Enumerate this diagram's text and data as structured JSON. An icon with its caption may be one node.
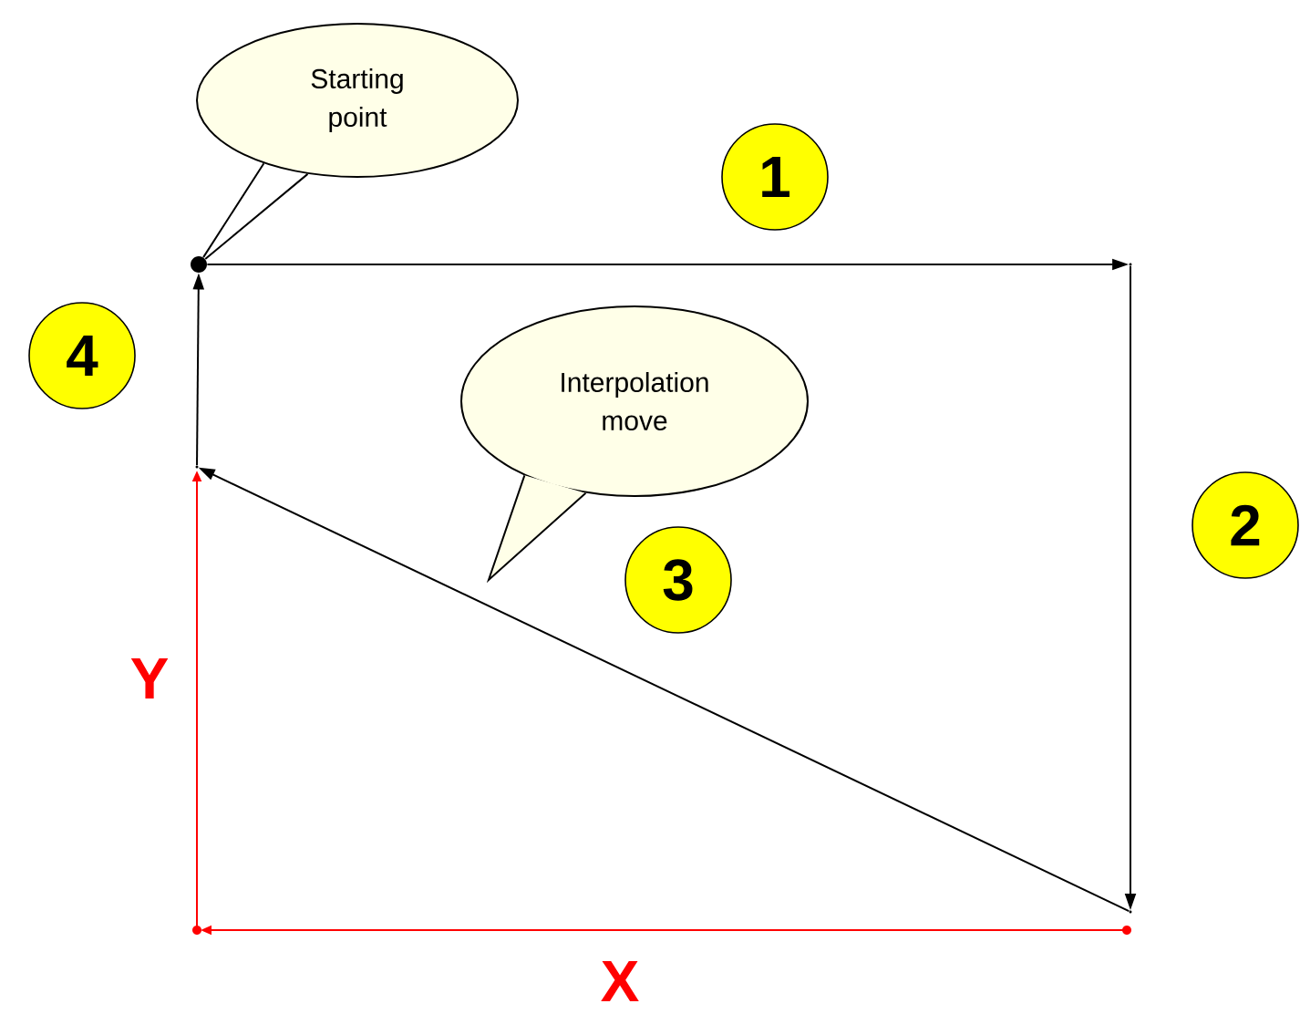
{
  "diagram": {
    "nodes": [
      {
        "text": [
          "Starting point"
        ]
      },
      {
        "text": [
          "1"
        ]
      },
      {
        "text": [],
        "shape": "circle"
      },
      {
        "text": [],
        "shape": "point"
      },
      {
        "text": [
          "4"
        ]
      },
      {
        "text": [
          "Interpolation move"
        ]
      },
      {
        "text": [],
        "shape": "point"
      },
      {
        "text": [
          "2"
        ]
      },
      {
        "text": [
          "3"
        ]
      },
      {
        "text": [],
        "shape": "point"
      }
    ],
    "edges": [
      {
        "from": 2,
        "to": 3,
        "arrow": "to"
      },
      {
        "from": 3,
        "to": 9,
        "arrow": "to"
      },
      {
        "from": 9,
        "to": 6,
        "arrow": "to"
      },
      {
        "from": 6,
        "to": 2,
        "arrow": "to"
      },
      {
        "from": 0,
        "to": 2,
        "arrow": "none"
      }
    ],
    "labels": [
      "Y",
      "X"
    ]
  }
}
